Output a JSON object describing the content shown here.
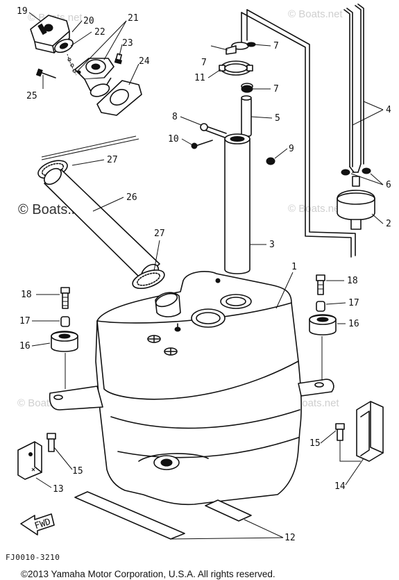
{
  "diagram": {
    "callouts": [
      {
        "id": "c19",
        "text": "19"
      },
      {
        "id": "c20",
        "text": "20"
      },
      {
        "id": "c21",
        "text": "21"
      },
      {
        "id": "c22",
        "text": "22"
      },
      {
        "id": "c23",
        "text": "23"
      },
      {
        "id": "c24",
        "text": "24"
      },
      {
        "id": "c25",
        "text": "25"
      },
      {
        "id": "c7a",
        "text": "7"
      },
      {
        "id": "c7b",
        "text": "7"
      },
      {
        "id": "c11",
        "text": "11"
      },
      {
        "id": "c7c",
        "text": "7"
      },
      {
        "id": "c5",
        "text": "5"
      },
      {
        "id": "c8",
        "text": "8"
      },
      {
        "id": "c10",
        "text": "10"
      },
      {
        "id": "c9",
        "text": "9"
      },
      {
        "id": "c4",
        "text": "4"
      },
      {
        "id": "c6",
        "text": "6"
      },
      {
        "id": "c2",
        "text": "2"
      },
      {
        "id": "c27a",
        "text": "27"
      },
      {
        "id": "c26",
        "text": "26"
      },
      {
        "id": "c27b",
        "text": "27"
      },
      {
        "id": "c3",
        "text": "3"
      },
      {
        "id": "c1",
        "text": "1"
      },
      {
        "id": "c18a",
        "text": "18"
      },
      {
        "id": "c18b",
        "text": "18"
      },
      {
        "id": "c17a",
        "text": "17"
      },
      {
        "id": "c17b",
        "text": "17"
      },
      {
        "id": "c16a",
        "text": "16"
      },
      {
        "id": "c16b",
        "text": "16"
      },
      {
        "id": "c15a",
        "text": "15"
      },
      {
        "id": "c15b",
        "text": "15"
      },
      {
        "id": "c13",
        "text": "13"
      },
      {
        "id": "c14",
        "text": "14"
      },
      {
        "id": "c12",
        "text": "12"
      }
    ],
    "fwd_label": "FWD",
    "watermark_main": "© Boats.net",
    "watermark_faint": "© Boats.net"
  },
  "footer": {
    "code": "FJ0010-3210",
    "copyright": "©2013 Yamaha Motor Corporation, U.S.A. All rights reserved."
  }
}
